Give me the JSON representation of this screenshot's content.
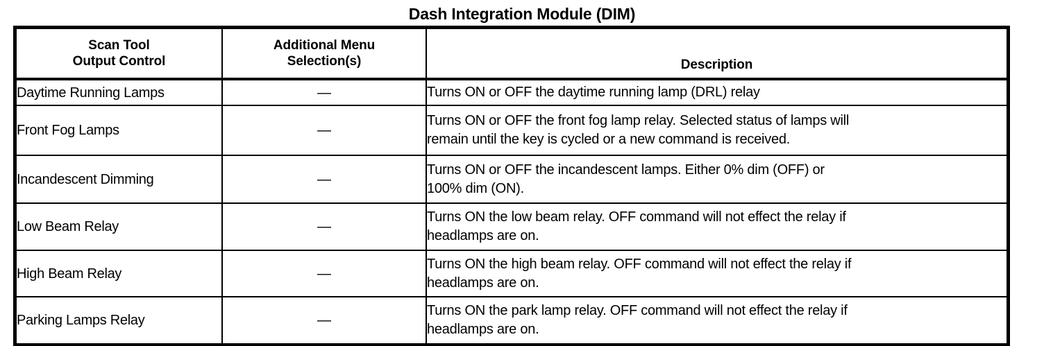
{
  "document": {
    "title": "Dash Integration Module (DIM)"
  },
  "table": {
    "headers": {
      "control": {
        "line1": "Scan Tool",
        "line2": "Output Control"
      },
      "menu": {
        "line1": "Additional Menu",
        "line2": "Selection(s)"
      },
      "description": "Description"
    },
    "dash": "—",
    "rows": [
      {
        "control": "Daytime Running Lamps",
        "menu": "—",
        "description_lines": [
          "Turns ON or OFF the daytime running lamp (DRL) relay"
        ]
      },
      {
        "control": "Front Fog Lamps",
        "menu": "—",
        "description_lines": [
          "Turns ON or OFF the front fog lamp relay. Selected status of lamps will",
          "remain until the key is cycled or a new command is received."
        ]
      },
      {
        "control": "Incandescent Dimming",
        "menu": "—",
        "description_lines": [
          "Turns ON or OFF the incandescent lamps. Either 0% dim (OFF) or",
          "100% dim (ON)."
        ]
      },
      {
        "control": "Low Beam Relay",
        "menu": "—",
        "description_lines": [
          "Turns ON the low beam relay. OFF command will not effect the relay if",
          "headlamps are on."
        ]
      },
      {
        "control": "High Beam Relay",
        "menu": "—",
        "description_lines": [
          "Turns ON the high beam relay. OFF command will not effect the relay if",
          "headlamps are on."
        ]
      },
      {
        "control": "Parking Lamps Relay",
        "menu": "—",
        "description_lines": [
          "Turns ON the park lamp relay. OFF command will not effect the relay if",
          "headlamps are on."
        ]
      }
    ]
  },
  "colors": {
    "ink": "#000000",
    "paper": "#ffffff"
  }
}
